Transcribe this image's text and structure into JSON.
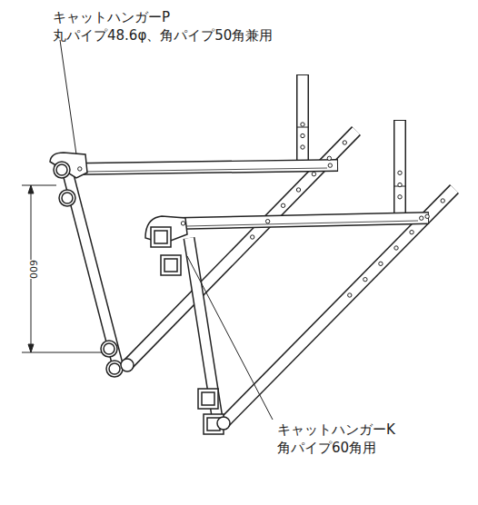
{
  "diagram": {
    "labels": [
      "キャットハンガーP",
      "丸パイプ48.6φ、角パイプ50角兼用",
      "600",
      "キャットハンガーK",
      "角パイプ60角用"
    ]
  }
}
